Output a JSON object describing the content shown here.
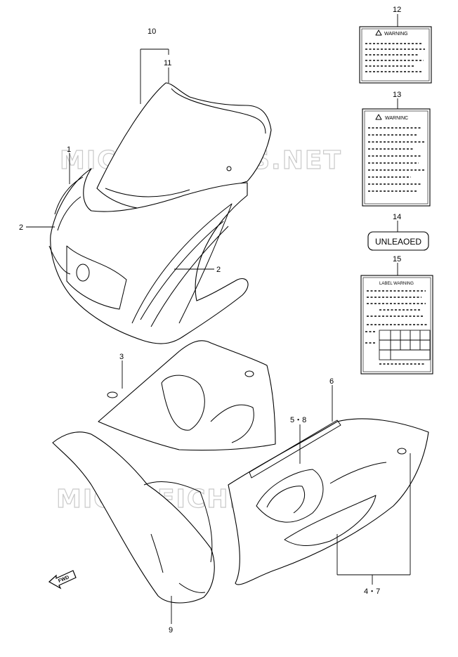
{
  "watermark": "MICROFICHES.NET",
  "labels": {
    "1": "1",
    "2a": "2",
    "2b": "2",
    "3": "3",
    "4_7": "4・7",
    "5_8": "5・8",
    "6": "6",
    "9": "9",
    "10": "10",
    "11": "11",
    "12": "12",
    "13": "13",
    "14": "14",
    "15": "15"
  },
  "decals": {
    "warning_12": "WARNING",
    "warning_13": "WARNINC",
    "unleaded_14": "UNLEAOED",
    "label_15": "LABEL WARNING"
  },
  "fwd": "FWD"
}
